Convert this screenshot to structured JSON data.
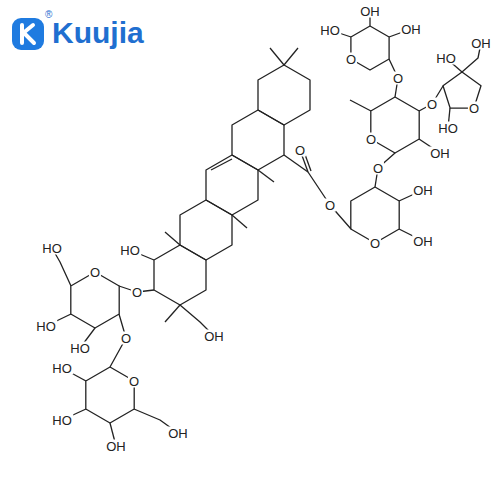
{
  "diagram": {
    "labels": [
      "Kuujia",
      "®",
      "HO",
      "OH",
      "OH",
      "O",
      "O",
      "O",
      "O",
      "OH",
      "O",
      "O",
      "HO",
      "OH",
      "HO",
      "O",
      "OH",
      "OH",
      "O",
      "O",
      "HO",
      "O",
      "OH",
      "O",
      "HO",
      "HO",
      "HO",
      "O",
      "O",
      "OH",
      "OH",
      "HO",
      "HO"
    ]
  }
}
